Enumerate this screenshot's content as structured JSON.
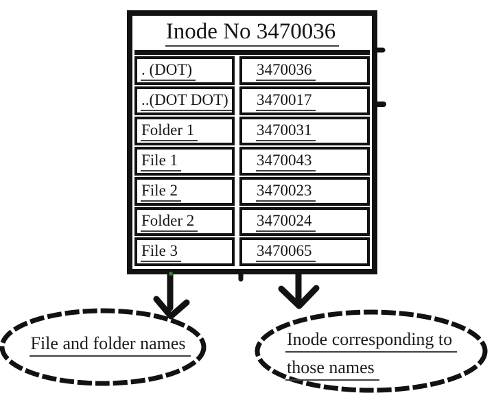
{
  "table": {
    "header": "Inode No 3470036",
    "rows": [
      {
        "name": ". (DOT)",
        "inode": "3470036"
      },
      {
        "name": "..(DOT DOT)",
        "inode": "3470017"
      },
      {
        "name": "Folder 1",
        "inode": "3470031"
      },
      {
        "name": "File 1",
        "inode": "3470043"
      },
      {
        "name": "File 2",
        "inode": "3470023"
      },
      {
        "name": "Folder 2",
        "inode": "3470024"
      },
      {
        "name": "File 3",
        "inode": "3470065"
      }
    ]
  },
  "annotations": {
    "left_label": "File and folder names",
    "right_label_line1": "Inode corresponding to",
    "right_label_line2": "those names"
  },
  "colors": {
    "ink": "#121212",
    "background": "#ffffff",
    "underline": "#3f3f3f",
    "arrow_joint_dot": "#2e7d32"
  }
}
